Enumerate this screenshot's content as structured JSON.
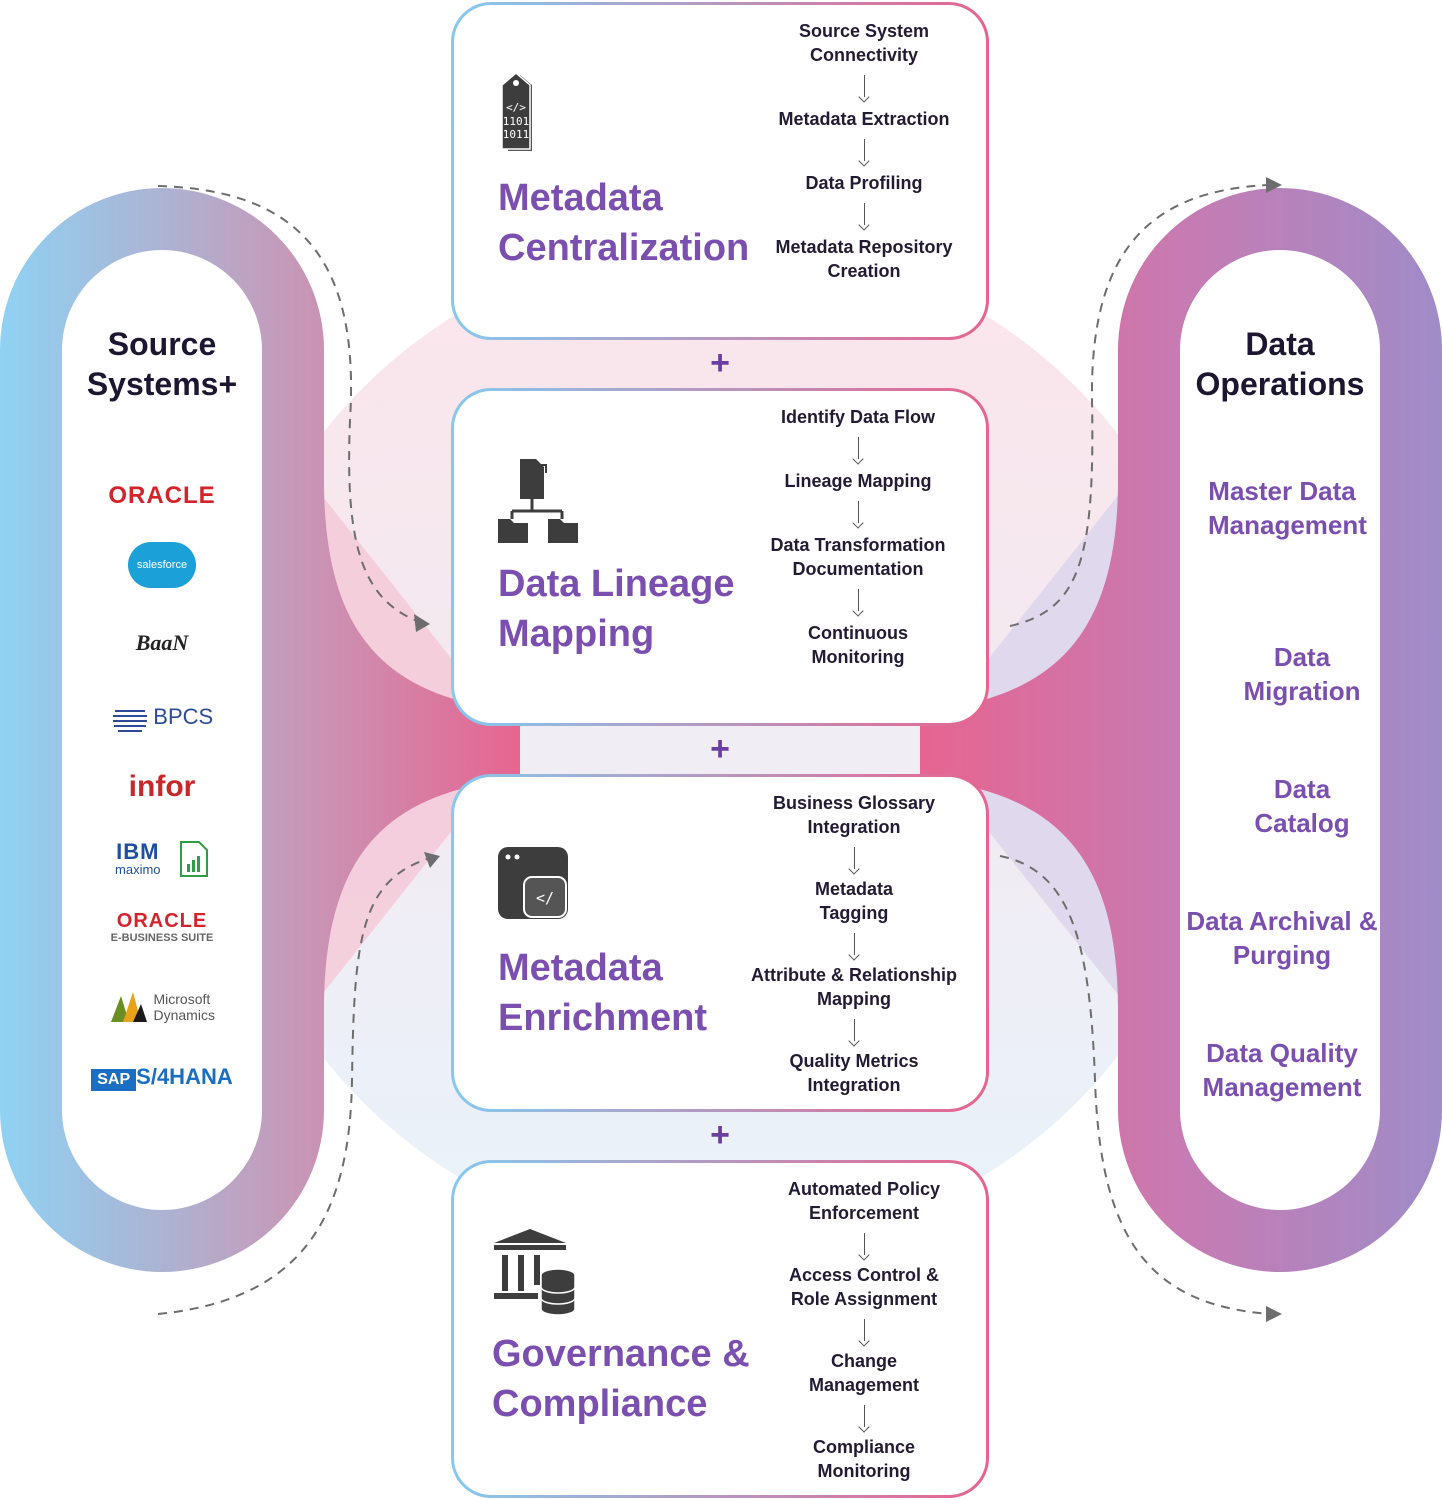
{
  "left_panel": {
    "title_line1": "Source",
    "title_line2": "Systems+",
    "logos": [
      {
        "name": "oracle",
        "text": "ORACLE"
      },
      {
        "name": "salesforce",
        "text": "salesforce"
      },
      {
        "name": "baan",
        "text": "BaaN"
      },
      {
        "name": "bpcs",
        "text": "BPCS"
      },
      {
        "name": "infor",
        "text": "infor"
      },
      {
        "name": "ibm-maximo",
        "text": "IBM",
        "sub": "maximo"
      },
      {
        "name": "oracle-ebs",
        "text": "ORACLE",
        "sub": "E-BUSINESS SUITE"
      },
      {
        "name": "microsoft-dynamics",
        "text": "Microsoft",
        "sub": "Dynamics"
      },
      {
        "name": "sap-s4hana",
        "text": "SAP",
        "sub": "S/4HANA"
      }
    ]
  },
  "stages": [
    {
      "title_line1": "Metadata",
      "title_line2": "Centralization",
      "icon": "code-tag-icon",
      "steps": [
        "Source System Connectivity",
        "Metadata Extraction",
        "Data Profiling",
        "Metadata Repository Creation"
      ]
    },
    {
      "title_line1": "Data Lineage",
      "title_line2": "Mapping",
      "icon": "folder-hierarchy-icon",
      "steps": [
        "Identify Data Flow",
        "Lineage Mapping",
        "Data Transformation Documentation",
        "Continuous Monitoring"
      ]
    },
    {
      "title_line1": "Metadata",
      "title_line2": "Enrichment",
      "icon": "code-window-icon",
      "steps": [
        "Business Glossary Integration",
        "Metadata Tagging",
        "Attribute & Relationship Mapping",
        "Quality Metrics Integration"
      ]
    },
    {
      "title_line1": "Governance &",
      "title_line2": "Compliance",
      "icon": "bank-database-icon",
      "steps": [
        "Automated Policy Enforcement",
        "Access Control & Role Assignment",
        "Change Management",
        "Compliance Monitoring"
      ]
    }
  ],
  "connector": "+",
  "right_panel": {
    "title_line1": "Data",
    "title_line2": "Operations",
    "items": [
      "Master Data Management",
      "Data Migration",
      "Data Catalog",
      "Data Archival & Purging",
      "Data Quality Management"
    ]
  },
  "colors": {
    "title_purple": "#7b4fb0",
    "gradient_blue": "#86c9ee",
    "gradient_pink": "#e7648f",
    "gradient_violet": "#a58bc6"
  }
}
